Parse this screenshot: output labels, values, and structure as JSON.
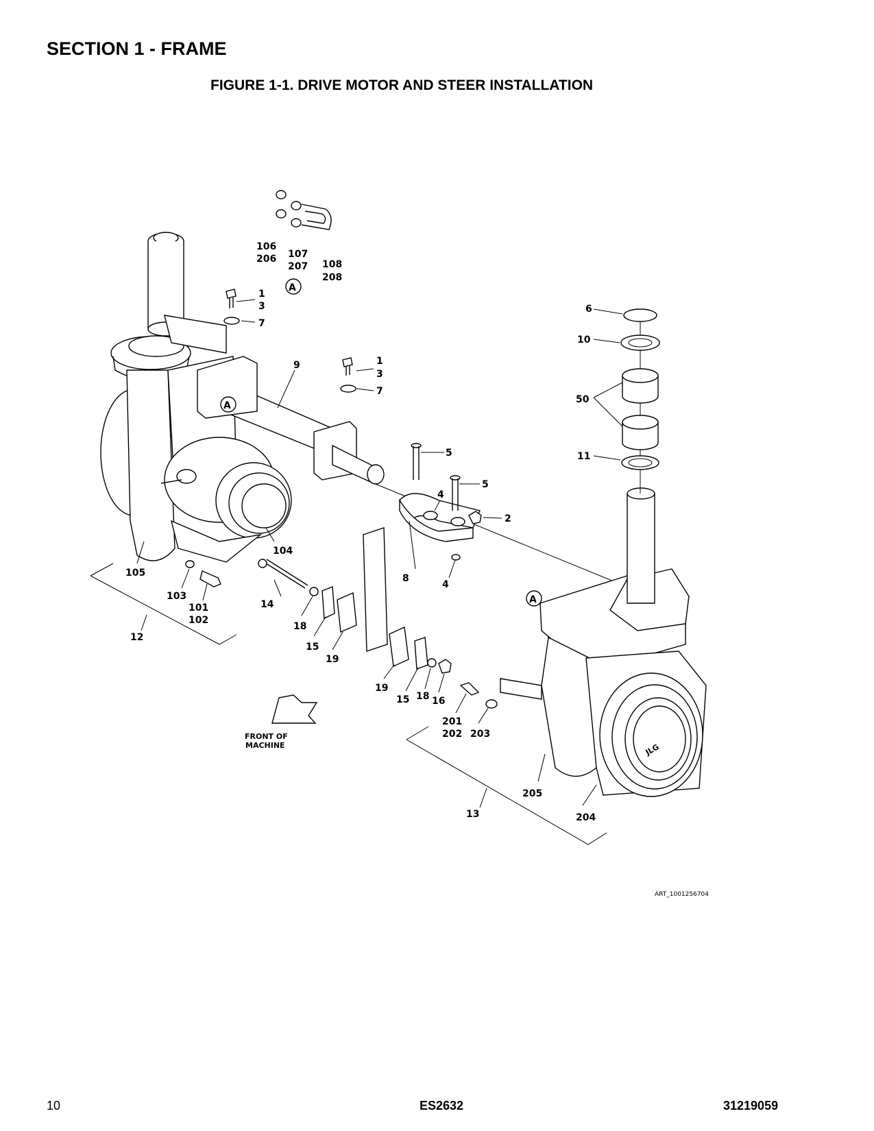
{
  "section_title": "SECTION 1 - FRAME",
  "figure_title": "FIGURE 1-1. DRIVE MOTOR AND STEER INSTALLATION",
  "art_id": "ART_1001256704",
  "front_label_line1": "FRONT OF",
  "front_label_line2": "MACHINE",
  "detail_tag": "A",
  "brand_mark": "JLG",
  "callouts": {
    "c106_206": [
      "106",
      "206"
    ],
    "c107_207": [
      "107",
      "207"
    ],
    "c108_208": [
      "108",
      "208"
    ],
    "c1_3_upper": [
      "1",
      "3"
    ],
    "c7_upper": "7",
    "c9": "9",
    "c1_3_mid": [
      "1",
      "3"
    ],
    "c7_mid": "7",
    "c6": "6",
    "c10": "10",
    "c50": "50",
    "c11": "11",
    "c5_a": "5",
    "c5_b": "5",
    "c4_top": "4",
    "c2": "2",
    "c104": "104",
    "c105": "105",
    "c103": "103",
    "c101_102": [
      "101",
      "102"
    ],
    "c14": "14",
    "c12": "12",
    "c8": "8",
    "c4_bottom": "4",
    "c18_left": "18",
    "c15_left": "15",
    "c19_left": "19",
    "c19_right": "19",
    "c15_right": "15",
    "c18_right": "18",
    "c16": "16",
    "c201_202": [
      "201",
      "202"
    ],
    "c203": "203",
    "c205": "205",
    "c13": "13",
    "c204": "204"
  },
  "footer": {
    "page_number": "10",
    "model": "ES2632",
    "doc_number": "31219059"
  }
}
